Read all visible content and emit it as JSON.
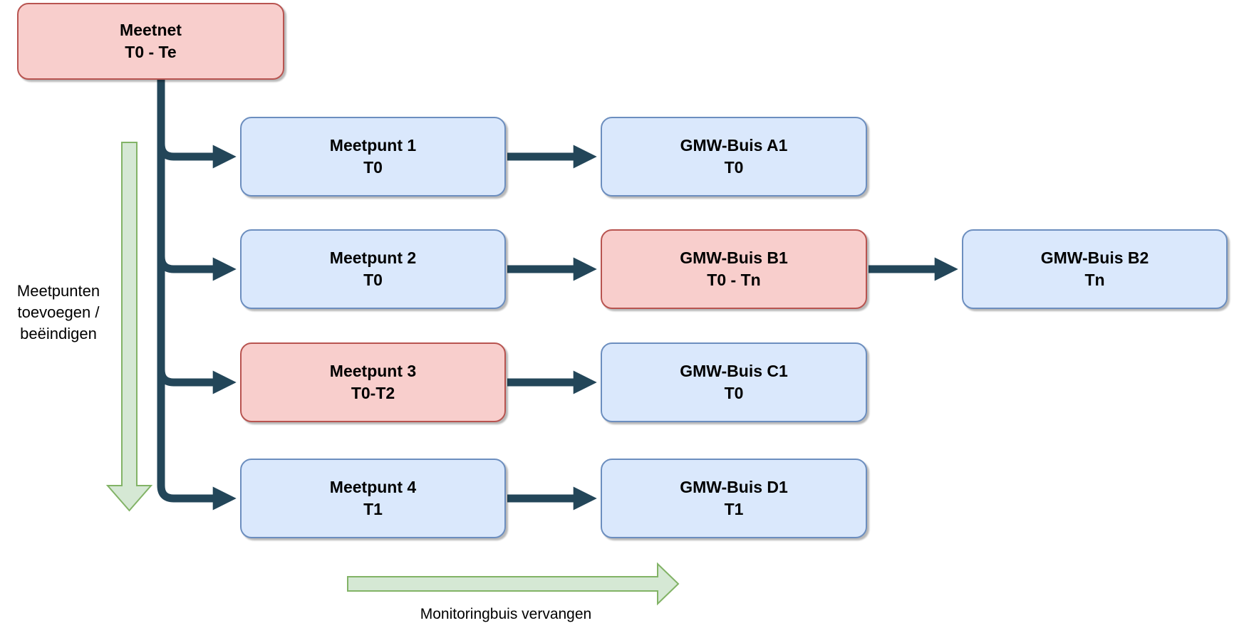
{
  "diagram": {
    "meetnet": {
      "title": "Meetnet",
      "period": "T0 - Te",
      "variant": "red"
    },
    "rows": [
      {
        "meetpunt": {
          "title": "Meetpunt 1",
          "period": "T0",
          "variant": "blue"
        },
        "gmw": {
          "title": "GMW-Buis A1",
          "period": "T0",
          "variant": "blue"
        }
      },
      {
        "meetpunt": {
          "title": "Meetpunt 2",
          "period": "T0",
          "variant": "blue"
        },
        "gmw": {
          "title": "GMW-Buis B1",
          "period": "T0 - Tn",
          "variant": "red"
        },
        "gmw_replacement": {
          "title": "GMW-Buis B2",
          "period": "Tn",
          "variant": "blue"
        }
      },
      {
        "meetpunt": {
          "title": "Meetpunt 3",
          "period": "T0-T2",
          "variant": "red"
        },
        "gmw": {
          "title": "GMW-Buis C1",
          "period": "T0",
          "variant": "blue"
        }
      },
      {
        "meetpunt": {
          "title": "Meetpunt 4",
          "period": "T1",
          "variant": "blue"
        },
        "gmw": {
          "title": "GMW-Buis D1",
          "period": "T1",
          "variant": "blue"
        }
      }
    ],
    "left_arrow_label": {
      "lines": [
        "Meetpunten",
        "toevoegen /",
        "beëindigen"
      ]
    },
    "bottom_arrow_label": "Monitoringbuis vervangen",
    "colors": {
      "node_red_fill": "#f8cecc",
      "node_red_border": "#b85450",
      "node_blue_fill": "#dae8fc",
      "node_blue_border": "#6c8ebf",
      "connector": "#234659",
      "arrow_green_fill": "#d5e8d4",
      "arrow_green_border": "#82b366"
    }
  }
}
